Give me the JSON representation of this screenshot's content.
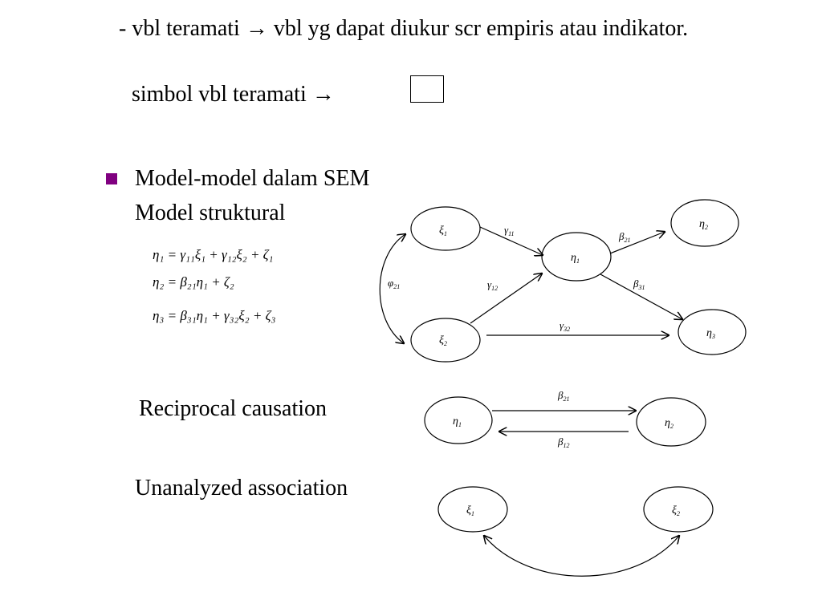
{
  "header": {
    "line1": "- vbl teramati → vbl yg dapat diukur scr empiris atau indikator.",
    "line2": "simbol vbl teramati →"
  },
  "bullet_section": {
    "title": "Model-model dalam SEM",
    "subtitle": "Model struktural"
  },
  "equations": [
    "η₁ = γ₁₁ξ₁ + γ₁₂ξ₂ + ζ₁",
    "η₂ = β₂₁η₁ + ζ₂",
    "η₃ = β₃₁η₁ + γ₃₂ξ₂ + ζ₃"
  ],
  "labels": {
    "reciprocal": "Reciprocal causation",
    "unanalyzed": "Unanalyzed association"
  },
  "diagram_structural": {
    "nodes": {
      "xi1": [
        "ξ",
        "1"
      ],
      "xi2": [
        "ξ",
        "2"
      ],
      "eta1": [
        "η",
        "1"
      ],
      "eta2": [
        "η",
        "2"
      ],
      "eta3": [
        "η",
        "3"
      ]
    },
    "edges": {
      "g11": [
        "γ",
        "11"
      ],
      "g12": [
        "γ",
        "12"
      ],
      "g32": [
        "γ",
        "32"
      ],
      "b21": [
        "β",
        "21"
      ],
      "b31": [
        "β",
        "31"
      ],
      "phi21": [
        "φ",
        "21"
      ]
    }
  },
  "diagram_reciprocal": {
    "nodes": {
      "eta1": [
        "η",
        "1"
      ],
      "eta2": [
        "η",
        "2"
      ]
    },
    "edges": {
      "b21": [
        "β",
        "21"
      ],
      "b12": [
        "β",
        "12"
      ]
    }
  },
  "diagram_unanalyzed": {
    "nodes": {
      "xi1": [
        "ξ",
        "1"
      ],
      "xi2": [
        "ξ",
        "2"
      ]
    }
  }
}
